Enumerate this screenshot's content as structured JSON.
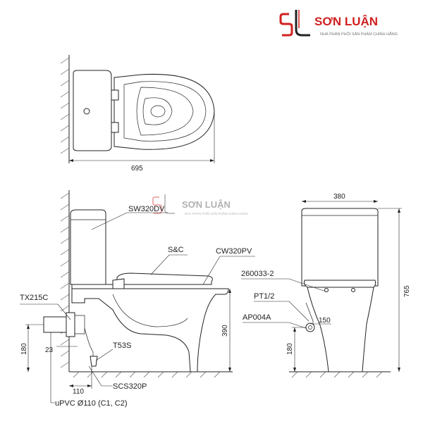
{
  "brand": {
    "name": "SƠN LUẬN",
    "tagline": "NHÀ PHÂN PHỐI SẢN PHẨM CHÍNH HÃNG",
    "logo_letters": "SL",
    "color": "#d0201f"
  },
  "watermark": {
    "name": "SƠN LUẬN",
    "tagline": "NHÀ PHÂN PHỐI SẢN PHẨM CHÍNH HÃNG"
  },
  "dimensions": {
    "top_width": "695",
    "side_height": "390",
    "side_inlet_height": "180",
    "side_offset": "23",
    "side_floor_offset": "110",
    "front_width": "380",
    "front_height": "765",
    "front_inlet_offset": "150",
    "front_inlet_height": "180"
  },
  "labels": {
    "tank": "SW320DV",
    "seat": "S&C",
    "bowl": "CW320PV",
    "fitting": "TX215C",
    "bolt": "T53S",
    "flange": "SCS320P",
    "pipe": "uPVC Ø110 (C1, C2)",
    "part_a": "260033-2",
    "part_b": "PT1/2",
    "valve": "AP004A"
  }
}
